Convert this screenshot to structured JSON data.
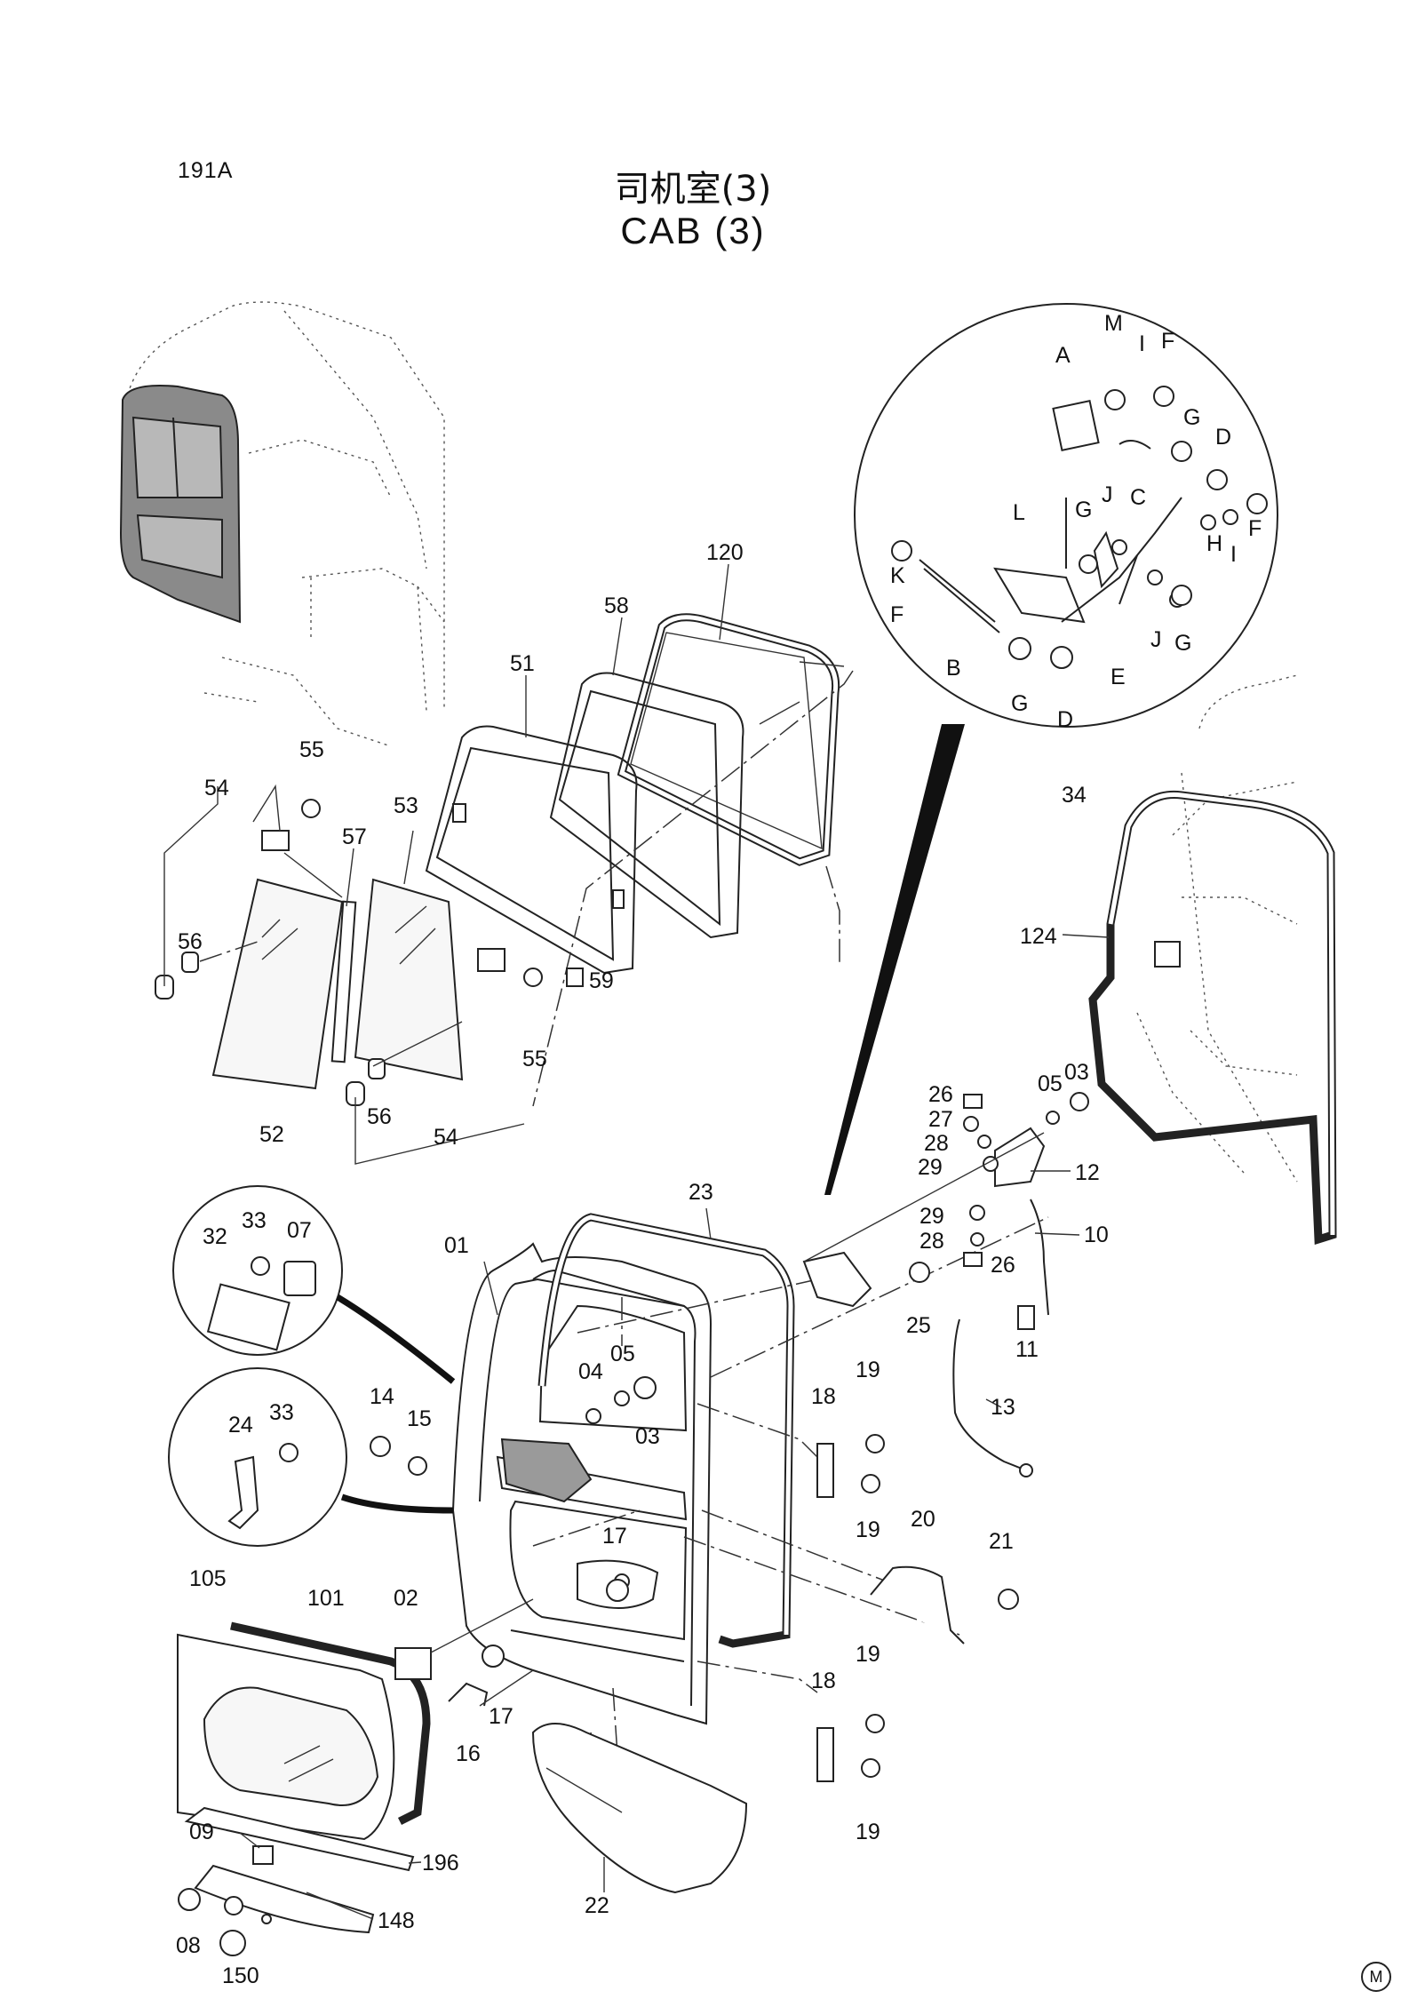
{
  "header": {
    "page_code": "191A",
    "title_zh": "司机室(3)",
    "title_en": "CAB (3)"
  },
  "footer": {
    "mark": "M"
  },
  "detail_labels": {
    "M": "M",
    "A": "A",
    "I": "I",
    "F": "F",
    "G": "G",
    "D": "D",
    "C": "C",
    "J": "J",
    "L": "L",
    "K": "K",
    "H": "H",
    "B": "B",
    "E": "E",
    "ref_34": "34"
  },
  "part_labels": {
    "p120": "120",
    "p58": "58",
    "p51": "51",
    "p53": "53",
    "p57": "57",
    "p54": "54",
    "p55": "55",
    "p56": "56",
    "p52": "52",
    "p59": "59",
    "p124": "124",
    "p26": "26",
    "p27": "27",
    "p28": "28",
    "p29": "29",
    "p05": "05",
    "p03": "03",
    "p12": "12",
    "p10": "10",
    "p11": "11",
    "p13": "13",
    "p25": "25",
    "p23": "23",
    "p01": "01",
    "p33": "33",
    "p32": "32",
    "p07": "07",
    "p24": "24",
    "p14": "14",
    "p15": "15",
    "p04": "04",
    "p18": "18",
    "p19": "19",
    "p17": "17",
    "p20": "20",
    "p21": "21",
    "p105": "105",
    "p101": "101",
    "p02": "02",
    "p16": "16",
    "p09": "09",
    "p196": "196",
    "p148": "148",
    "p08": "08",
    "p150": "150",
    "p22": "22"
  }
}
